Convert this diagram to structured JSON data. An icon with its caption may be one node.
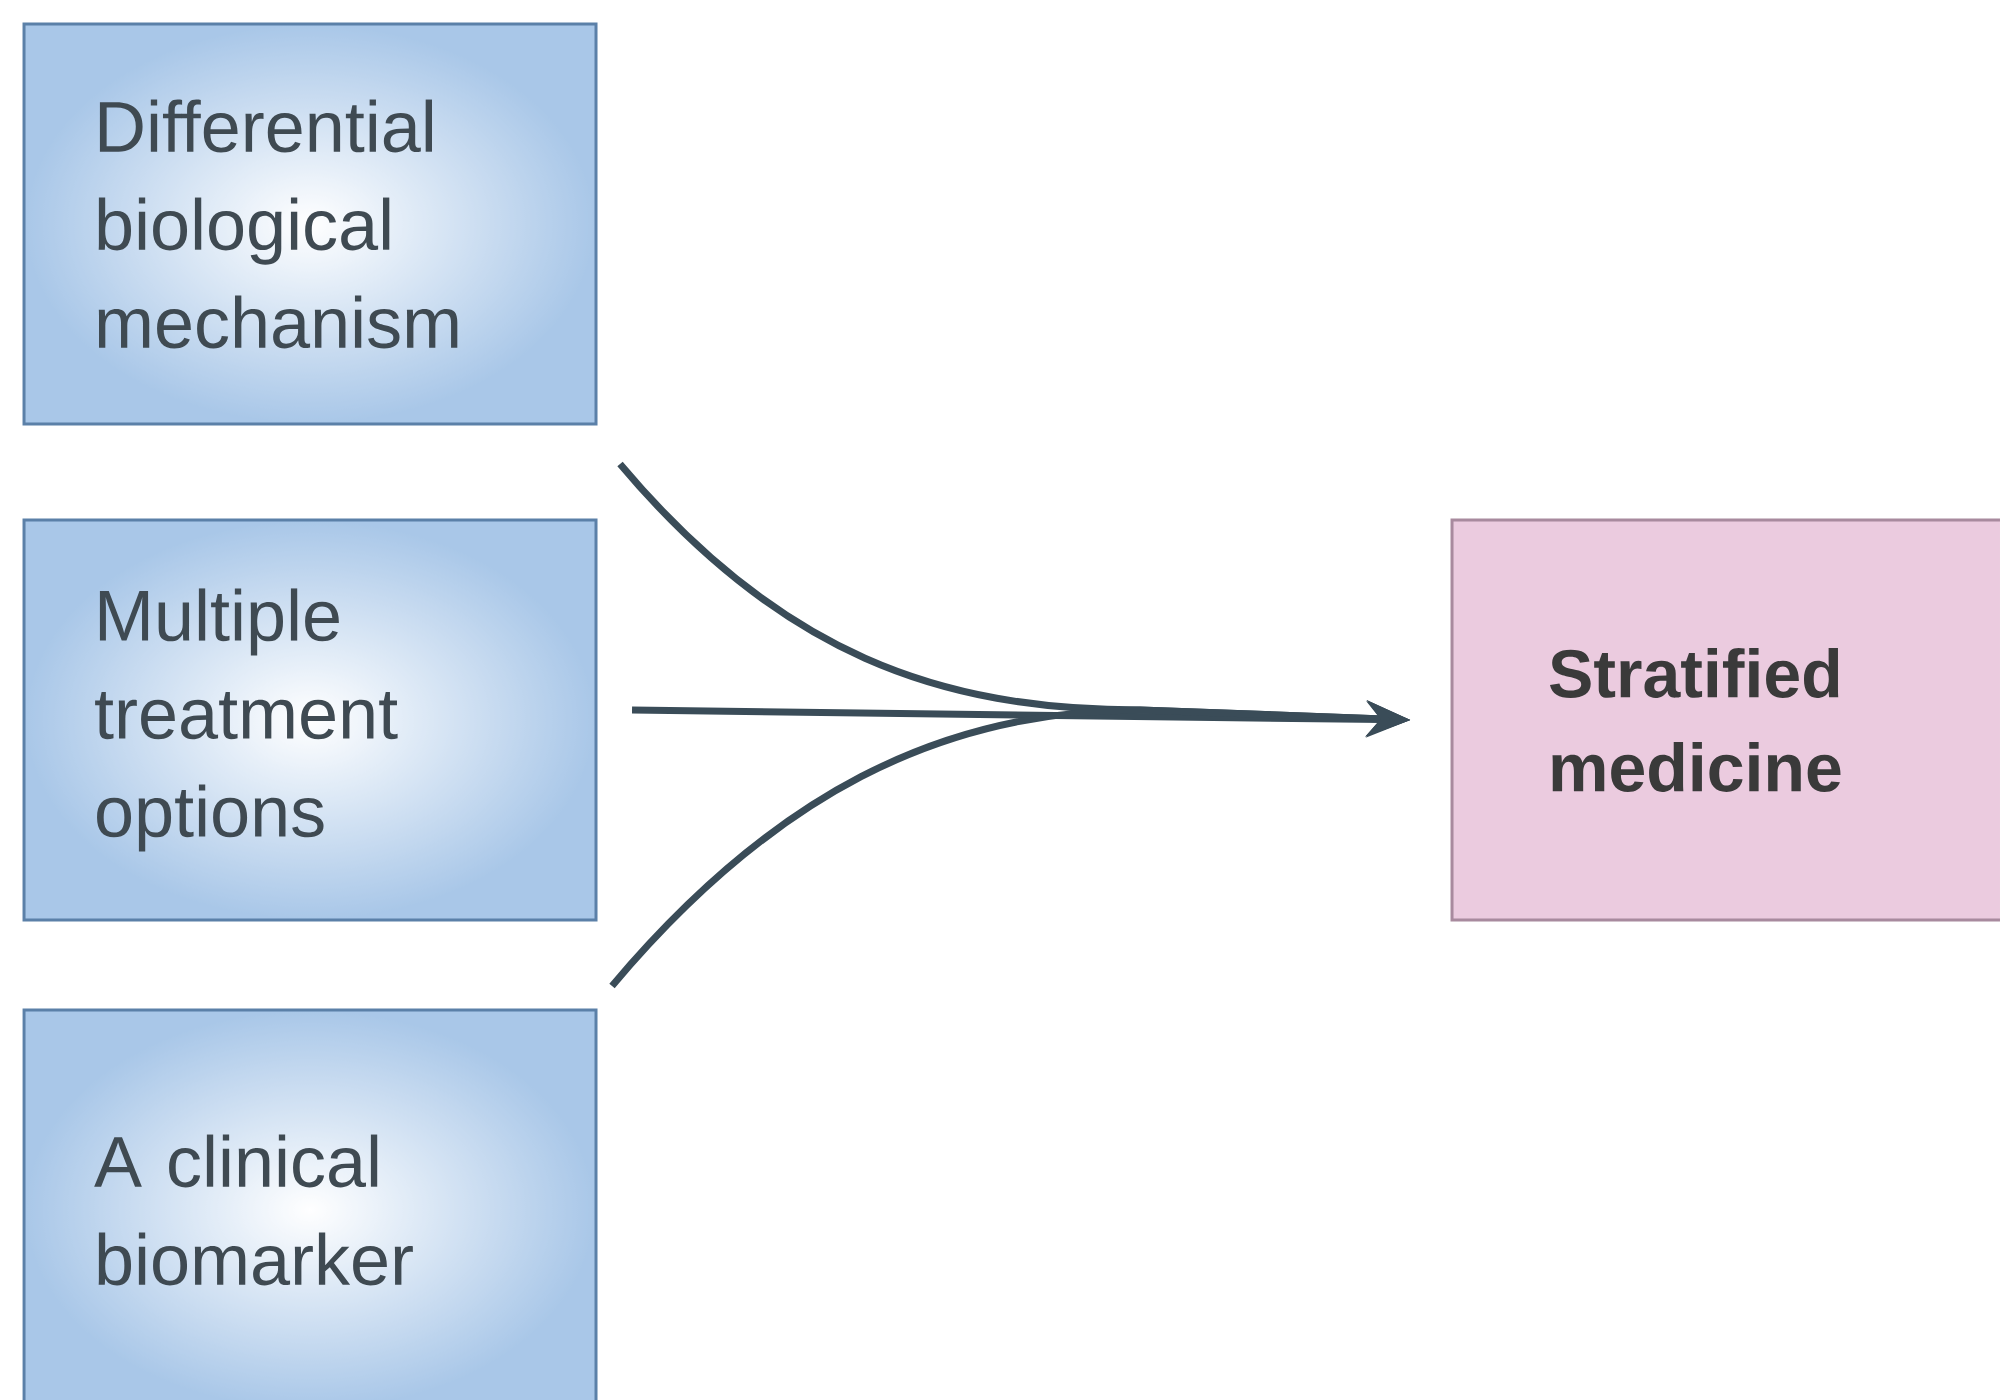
{
  "diagram": {
    "nodes": [
      {
        "text": [
          "Differential biological mechanism"
        ]
      },
      {
        "text": [
          "Multiple treatment options"
        ]
      },
      {
        "text": [
          "A clinical biomarker"
        ]
      },
      {
        "text": [
          "Stratified medicine"
        ]
      }
    ],
    "edges": [
      {
        "from": 0,
        "to": 3,
        "arrow": "to"
      },
      {
        "from": 1,
        "to": 3,
        "arrow": "to"
      },
      {
        "from": 2,
        "to": 3,
        "arrow": "to"
      }
    ]
  }
}
